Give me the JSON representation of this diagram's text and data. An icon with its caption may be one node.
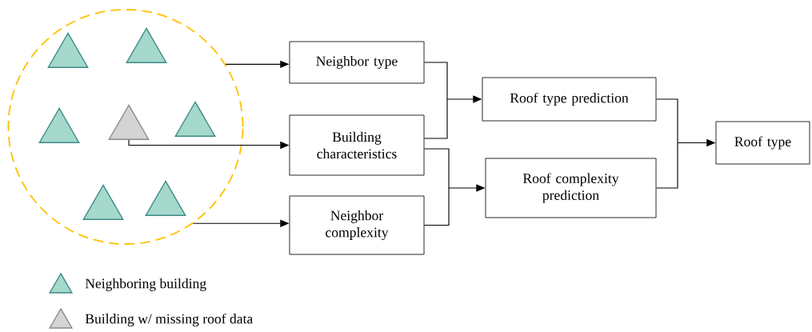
{
  "diagram": {
    "nodes": [
      {
        "text": [],
        "shape": "circle"
      },
      {
        "text": [],
        "shape": "triangle",
        "in": 0
      },
      {
        "text": [],
        "shape": "triangle",
        "in": 0
      },
      {
        "text": [],
        "shape": "triangle",
        "in": 0
      },
      {
        "text": [],
        "shape": "triangle",
        "in": 0
      },
      {
        "text": [],
        "shape": "triangle",
        "in": 0
      },
      {
        "text": [],
        "shape": "triangle",
        "in": 0
      },
      {
        "text": [],
        "shape": "triangle",
        "in": 0
      },
      {
        "text": [
          "Neighbor type"
        ]
      },
      {
        "text": [
          "Building characteristics"
        ]
      },
      {
        "text": [
          "Neighbor complexity"
        ]
      },
      {
        "text": [
          "Roof type prediction"
        ]
      },
      {
        "text": [
          "Roof complexity prediction"
        ]
      },
      {
        "text": [
          "Roof type"
        ]
      }
    ],
    "edges": [
      {
        "from": 0,
        "to": 8,
        "arrow": "to"
      },
      {
        "from": 4,
        "to": 9,
        "arrow": "to"
      },
      {
        "from": 0,
        "to": 10,
        "arrow": "to"
      },
      {
        "from": 8,
        "to": 11,
        "arrow": "to"
      },
      {
        "from": 9,
        "to": 11,
        "arrow": "to"
      },
      {
        "from": 9,
        "to": 12,
        "arrow": "to"
      },
      {
        "from": 10,
        "to": 12,
        "arrow": "to"
      },
      {
        "from": 11,
        "to": 13,
        "arrow": "to"
      },
      {
        "from": 12,
        "to": 13,
        "arrow": "to"
      }
    ],
    "legend": [
      {
        "text": "Neighboring building"
      },
      {
        "text": "Building w/ missing roof data"
      }
    ]
  }
}
